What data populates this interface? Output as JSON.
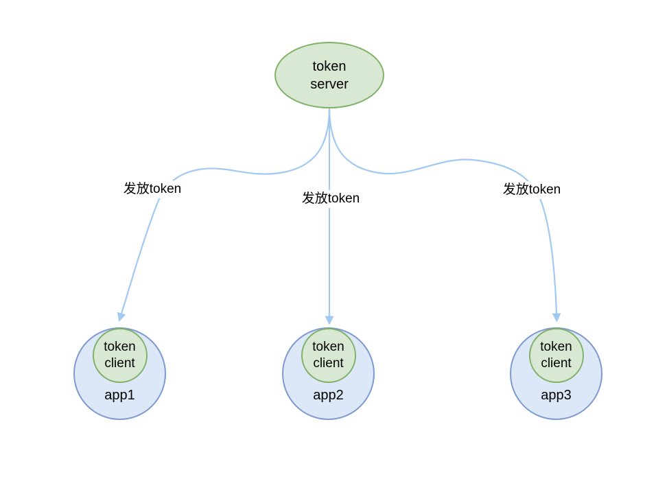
{
  "diagram": {
    "server": {
      "label": "token server"
    },
    "apps": [
      {
        "label": "app1",
        "client_label": "token client"
      },
      {
        "label": "app2",
        "client_label": "token client"
      },
      {
        "label": "app3",
        "client_label": "token client"
      }
    ],
    "edges": [
      {
        "from": "token server",
        "to": "app1",
        "label": "发放token"
      },
      {
        "from": "token server",
        "to": "app2",
        "label": "发放token"
      },
      {
        "from": "token server",
        "to": "app3",
        "label": "发放token"
      }
    ],
    "colors": {
      "node_green_fill": "#d9e8d2",
      "node_green_stroke": "#7fb169",
      "node_blue_fill": "#dce7f8",
      "node_blue_stroke": "#7e99cf",
      "edge_blue": "#a1c9f1",
      "text": "#000000",
      "background": "#ffffff"
    }
  }
}
